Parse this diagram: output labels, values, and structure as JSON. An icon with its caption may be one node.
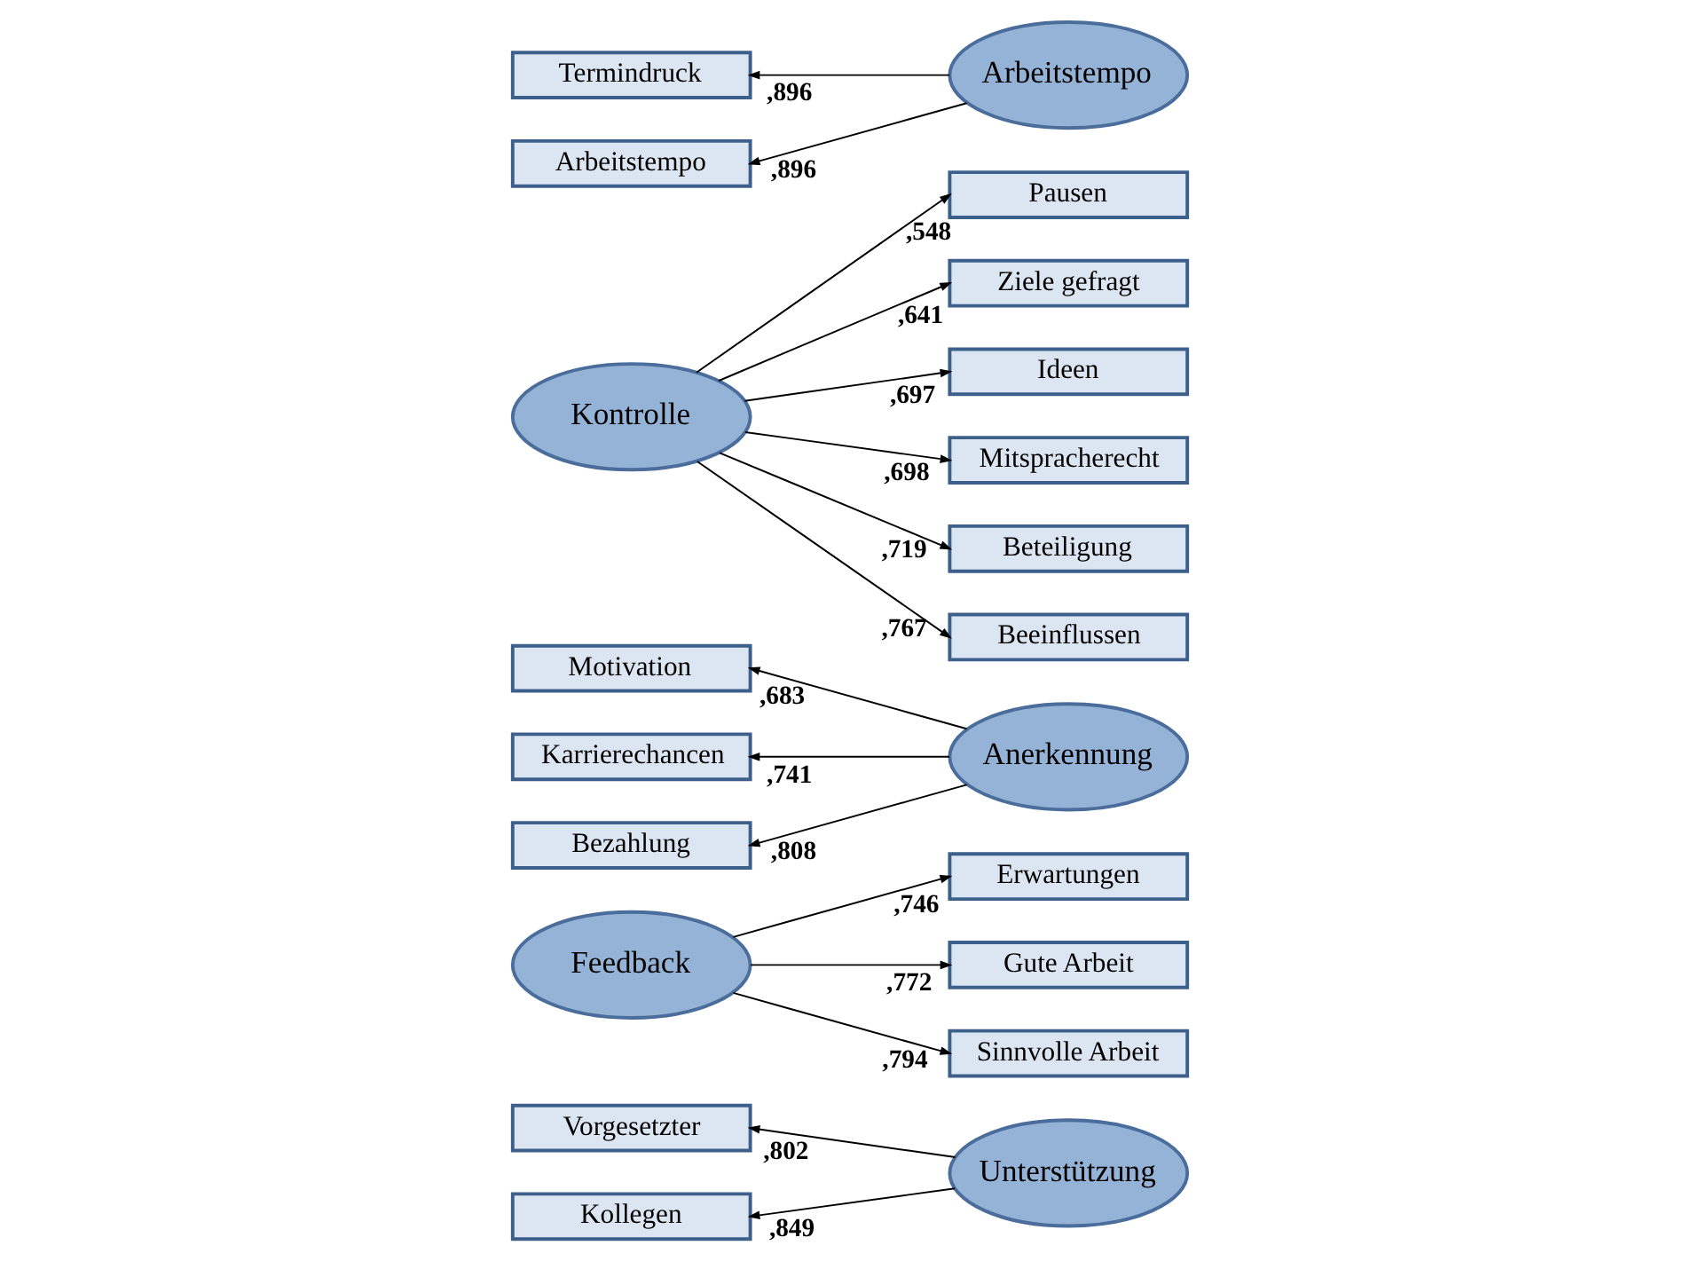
{
  "diagram": {
    "nodes": [
      {
        "text": [
          "Arbeitstempo"
        ]
      },
      {
        "text": [
          "Termindruck"
        ]
      },
      {
        "text": [
          "Arbeitstempo"
        ]
      },
      {
        "text": [
          "Kontrolle"
        ]
      },
      {
        "text": [
          "Beeinflussen"
        ]
      },
      {
        "text": [
          "Beteiligung"
        ]
      },
      {
        "text": [
          "Mitspracherecht"
        ]
      },
      {
        "text": [
          "Ideen"
        ]
      },
      {
        "text": [
          "Ziele gefragt"
        ]
      },
      {
        "text": [
          "Pausen"
        ]
      },
      {
        "text": [
          "Bezahlung"
        ]
      },
      {
        "text": [
          "Karrierechancen"
        ]
      },
      {
        "text": [
          "Motivation"
        ]
      },
      {
        "text": [
          "Anerkennung"
        ]
      },
      {
        "text": [
          "Feedback"
        ]
      },
      {
        "text": [
          "Sinnvolle Arbeit"
        ]
      },
      {
        "text": [
          "Gute Arbeit"
        ]
      },
      {
        "text": [
          "Erwartungen"
        ]
      },
      {
        "text": [
          "Kollegen"
        ]
      },
      {
        "text": [
          "Vorgesetzter"
        ]
      },
      {
        "text": [
          "Unterstützung"
        ]
      }
    ],
    "edges": [
      {
        "from": 2,
        "to": 0,
        "arrow": "to",
        "label": ",896"
      },
      {
        "from": 2,
        "to": 1,
        "arrow": "to",
        "label": ",896"
      },
      {
        "from": 3,
        "to": 4,
        "arrow": "to",
        "label": ",767"
      },
      {
        "from": 3,
        "to": 5,
        "arrow": "to",
        "label": ",719"
      },
      {
        "from": 3,
        "to": 6,
        "arrow": "to",
        "label": ",698"
      },
      {
        "from": 3,
        "to": 7,
        "arrow": "to",
        "label": ",697"
      },
      {
        "from": 3,
        "to": 8,
        "arrow": "to",
        "label": ",641"
      },
      {
        "from": 3,
        "to": 9,
        "arrow": "to",
        "label": ",548"
      },
      {
        "from": 13,
        "to": 10,
        "arrow": "to",
        "label": ",808"
      },
      {
        "from": 13,
        "to": 11,
        "arrow": "to",
        "label": ",741"
      },
      {
        "from": 13,
        "to": 12,
        "arrow": "to",
        "label": ",683"
      },
      {
        "from": 14,
        "to": 15,
        "arrow": "to",
        "label": ",794"
      },
      {
        "from": 14,
        "to": 16,
        "arrow": "to",
        "label": ",772"
      },
      {
        "from": 14,
        "to": 17,
        "arrow": "to",
        "label": ",746"
      },
      {
        "from": 20,
        "to": 18,
        "arrow": "to",
        "label": ",849"
      },
      {
        "from": 20,
        "to": 19,
        "arrow": "to",
        "label": ",802"
      }
    ]
  }
}
